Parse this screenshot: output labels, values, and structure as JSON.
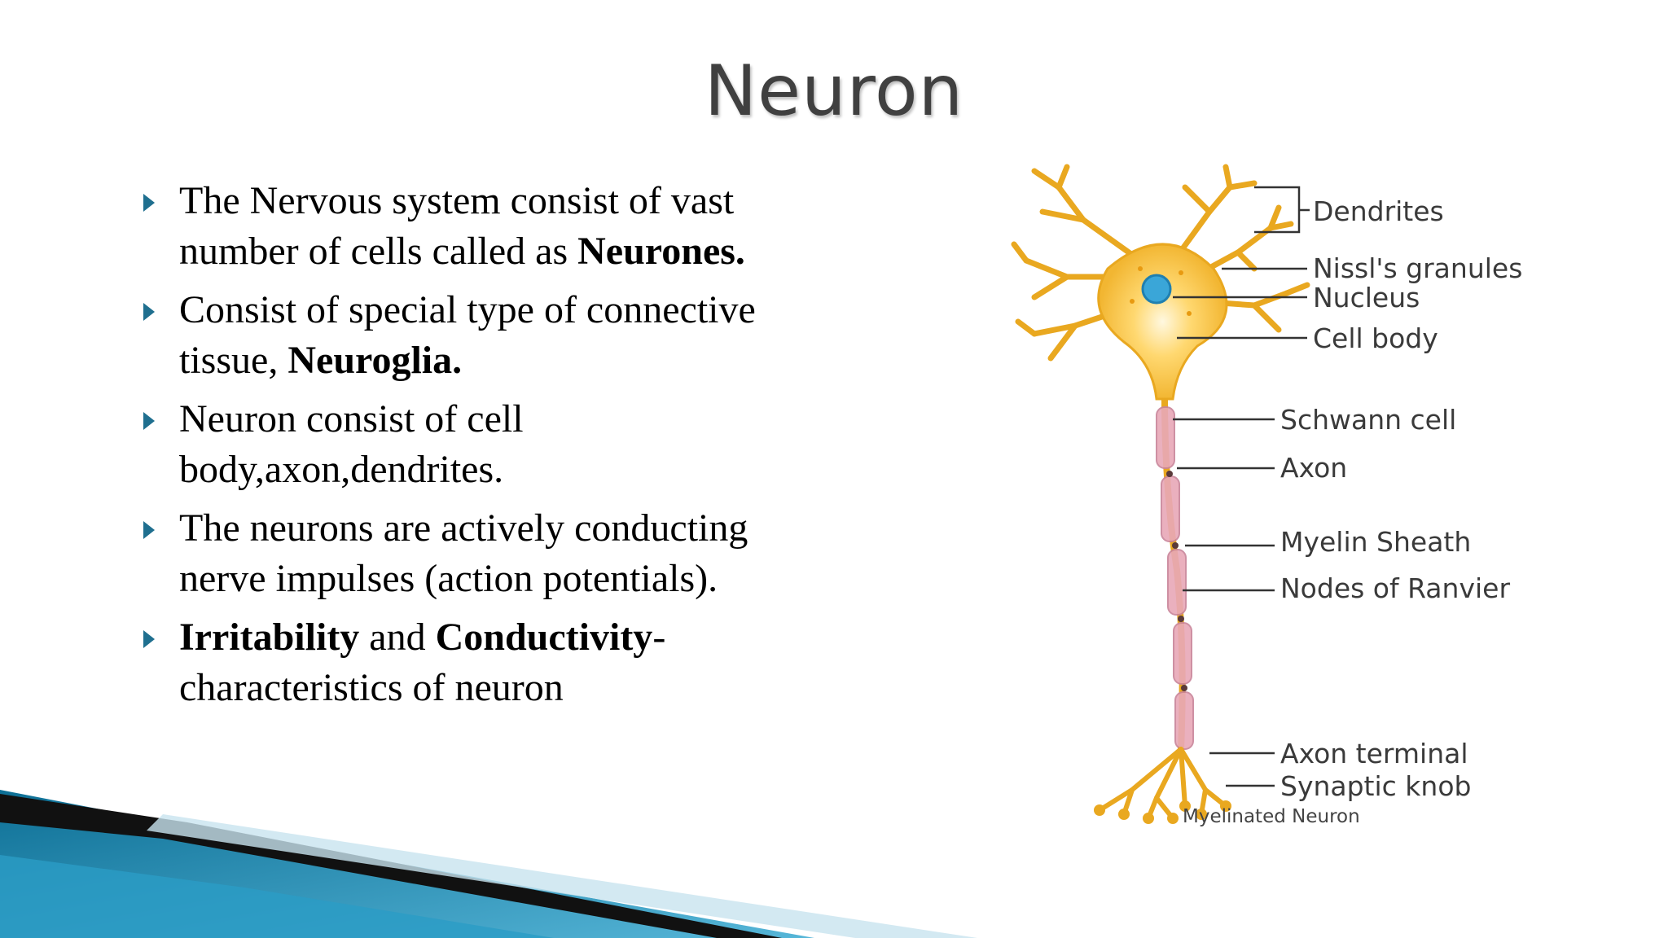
{
  "slide": {
    "title": "Neuron",
    "bullets": [
      [
        {
          "text": "The Nervous system consist of vast number of cells called as ",
          "bold": false
        },
        {
          "text": "Neurones.",
          "bold": true
        }
      ],
      [
        {
          "text": "Consist of special type of connective tissue, ",
          "bold": false
        },
        {
          "text": "Neuroglia.",
          "bold": true
        }
      ],
      [
        {
          "text": "Neuron consist of cell body,axon,dendrites.",
          "bold": false
        }
      ],
      [
        {
          "text": "The neurons are actively conducting nerve impulses (action potentials).",
          "bold": false
        }
      ],
      [
        {
          "text": "Irritability",
          "bold": true
        },
        {
          "text": " and ",
          "bold": false
        },
        {
          "text": "Conductivity",
          "bold": true
        },
        {
          "text": "-characteristics of neuron",
          "bold": false
        }
      ]
    ]
  },
  "diagram": {
    "labels": {
      "dendrites": "Dendrites",
      "nissl": "Nissl's granules",
      "nucleus": "Nucleus",
      "cell_body": "Cell body",
      "schwann": "Schwann cell",
      "axon": "Axon",
      "myelin": "Myelin Sheath",
      "nodes": "Nodes of Ranvier",
      "axon_terminal": "Axon terminal",
      "synaptic_knob": "Synaptic knob"
    },
    "caption": "Myelinated Neuron"
  },
  "colors": {
    "title": "#404040",
    "bullet_marker": "#1f6f8f",
    "neuron": "#f2b632",
    "nucleus": "#3aa6d8",
    "myelin": "#e8a8b8",
    "accent_band": "#1f8fb5"
  }
}
